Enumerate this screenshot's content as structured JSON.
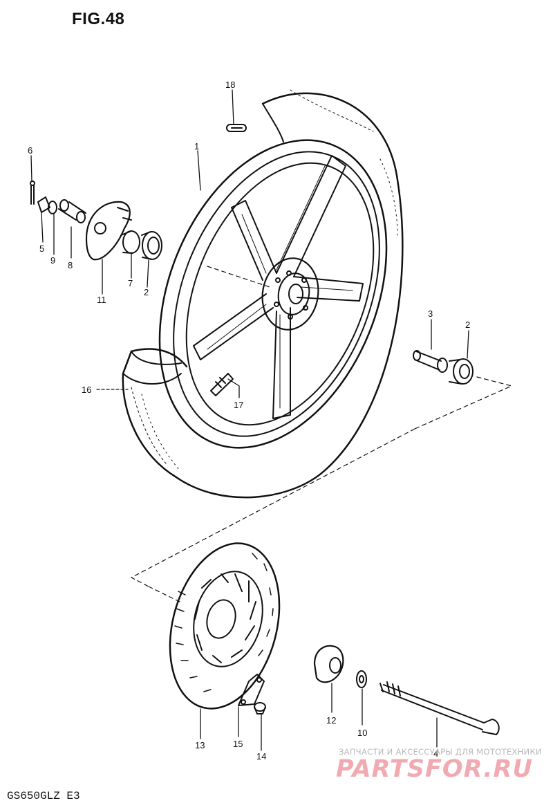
{
  "figure": {
    "title": "FIG.48",
    "model": "GS650GLZ  E3"
  },
  "callouts": [
    {
      "id": "1",
      "label": "1"
    },
    {
      "id": "2a",
      "label": "2"
    },
    {
      "id": "2b",
      "label": "2"
    },
    {
      "id": "3",
      "label": "3"
    },
    {
      "id": "4",
      "label": "4"
    },
    {
      "id": "5",
      "label": "5"
    },
    {
      "id": "6",
      "label": "6"
    },
    {
      "id": "7",
      "label": "7"
    },
    {
      "id": "8",
      "label": "8"
    },
    {
      "id": "9",
      "label": "9"
    },
    {
      "id": "10",
      "label": "10"
    },
    {
      "id": "11",
      "label": "11"
    },
    {
      "id": "12",
      "label": "12"
    },
    {
      "id": "13",
      "label": "13"
    },
    {
      "id": "14",
      "label": "14"
    },
    {
      "id": "15",
      "label": "15"
    },
    {
      "id": "16",
      "label": "16"
    },
    {
      "id": "17",
      "label": "17"
    },
    {
      "id": "18",
      "label": "18"
    }
  ],
  "watermark": {
    "caption": "ЗАПЧАСТИ И АКСЕССУАРЫ ДЛЯ МОТОТЕХНИКИ",
    "brand": "PARTSFOR.RU"
  }
}
